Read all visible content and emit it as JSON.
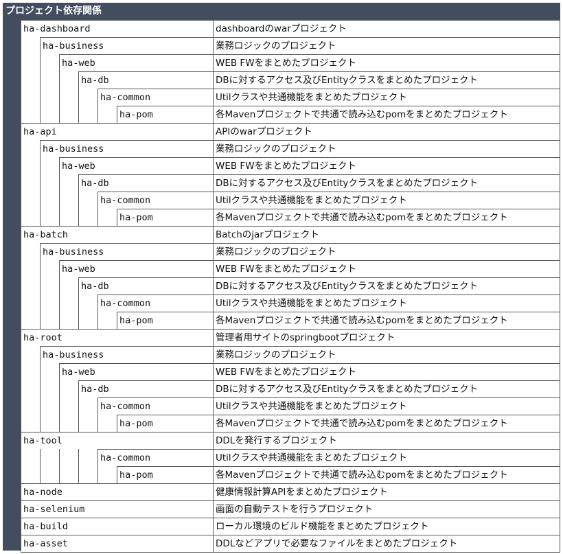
{
  "title": "プロジェクト依存関係",
  "desc": {
    "business": "業務ロジックのプロジェクト",
    "web": "WEB FWをまとめたプロジェクト",
    "db": "DBに対するアクセス及びEntityクラスをまとめたプロジェクト",
    "common": "Utilクラスや共通機能をまとめたプロジェクト",
    "pom": "各Mavenプロジェクトで共通で読み込むpomをまとめたプロジェクト"
  },
  "rows": [
    {
      "level": 0,
      "name": "ha-dashboard",
      "description": "dashboardのwarプロジェクト"
    },
    {
      "level": 1,
      "name": "ha-business",
      "description": "業務ロジックのプロジェクト"
    },
    {
      "level": 2,
      "name": "ha-web",
      "description": "WEB FWをまとめたプロジェクト"
    },
    {
      "level": 3,
      "name": "ha-db",
      "description": "DBに対するアクセス及びEntityクラスをまとめたプロジェクト"
    },
    {
      "level": 4,
      "name": "ha-common",
      "description": "Utilクラスや共通機能をまとめたプロジェクト"
    },
    {
      "level": 5,
      "name": "ha-pom",
      "description": "各Mavenプロジェクトで共通で読み込むpomをまとめたプロジェクト"
    },
    {
      "level": 0,
      "name": "ha-api",
      "description": "APIのwarプロジェクト"
    },
    {
      "level": 1,
      "name": "ha-business",
      "description": "業務ロジックのプロジェクト"
    },
    {
      "level": 2,
      "name": "ha-web",
      "description": "WEB FWをまとめたプロジェクト"
    },
    {
      "level": 3,
      "name": "ha-db",
      "description": "DBに対するアクセス及びEntityクラスをまとめたプロジェクト"
    },
    {
      "level": 4,
      "name": "ha-common",
      "description": "Utilクラスや共通機能をまとめたプロジェクト"
    },
    {
      "level": 5,
      "name": "ha-pom",
      "description": "各Mavenプロジェクトで共通で読み込むpomをまとめたプロジェクト"
    },
    {
      "level": 0,
      "name": "ha-batch",
      "description": "Batchのjarプロジェクト"
    },
    {
      "level": 1,
      "name": "ha-business",
      "description": "業務ロジックのプロジェクト"
    },
    {
      "level": 2,
      "name": "ha-web",
      "description": "WEB FWをまとめたプロジェクト"
    },
    {
      "level": 3,
      "name": "ha-db",
      "description": "DBに対するアクセス及びEntityクラスをまとめたプロジェクト"
    },
    {
      "level": 4,
      "name": "ha-common",
      "description": "Utilクラスや共通機能をまとめたプロジェクト"
    },
    {
      "level": 5,
      "name": "ha-pom",
      "description": "各Mavenプロジェクトで共通で読み込むpomをまとめたプロジェクト"
    },
    {
      "level": 0,
      "name": "ha-root",
      "description": "管理者用サイトのspringbootプロジェクト"
    },
    {
      "level": 1,
      "name": "ha-business",
      "description": "業務ロジックのプロジェクト"
    },
    {
      "level": 2,
      "name": "ha-web",
      "description": "WEB FWをまとめたプロジェクト"
    },
    {
      "level": 3,
      "name": "ha-db",
      "description": "DBに対するアクセス及びEntityクラスをまとめたプロジェクト"
    },
    {
      "level": 4,
      "name": "ha-common",
      "description": "Utilクラスや共通機能をまとめたプロジェクト"
    },
    {
      "level": 5,
      "name": "ha-pom",
      "description": "各Mavenプロジェクトで共通で読み込むpomをまとめたプロジェクト"
    },
    {
      "level": 0,
      "name": "ha-tool",
      "description": "DDLを発行するプロジェクト"
    },
    {
      "level": 4,
      "name": "ha-common",
      "description": "Utilクラスや共通機能をまとめたプロジェクト"
    },
    {
      "level": 5,
      "name": "ha-pom",
      "description": "各Mavenプロジェクトで共通で読み込むpomをまとめたプロジェクト"
    },
    {
      "level": 0,
      "name": "ha-node",
      "description": "健康情報計算APIをまとめたプロジェクト"
    },
    {
      "level": 0,
      "name": "ha-selenium",
      "description": "画面の自動テストを行うプロジェクト"
    },
    {
      "level": 0,
      "name": "ha-build",
      "description": "ローカル環境のビルド機能をまとめたプロジェクト"
    },
    {
      "level": 0,
      "name": "ha-asset",
      "description": "DDLなどアプリで必要なファイルをまとめたプロジェクト"
    }
  ]
}
